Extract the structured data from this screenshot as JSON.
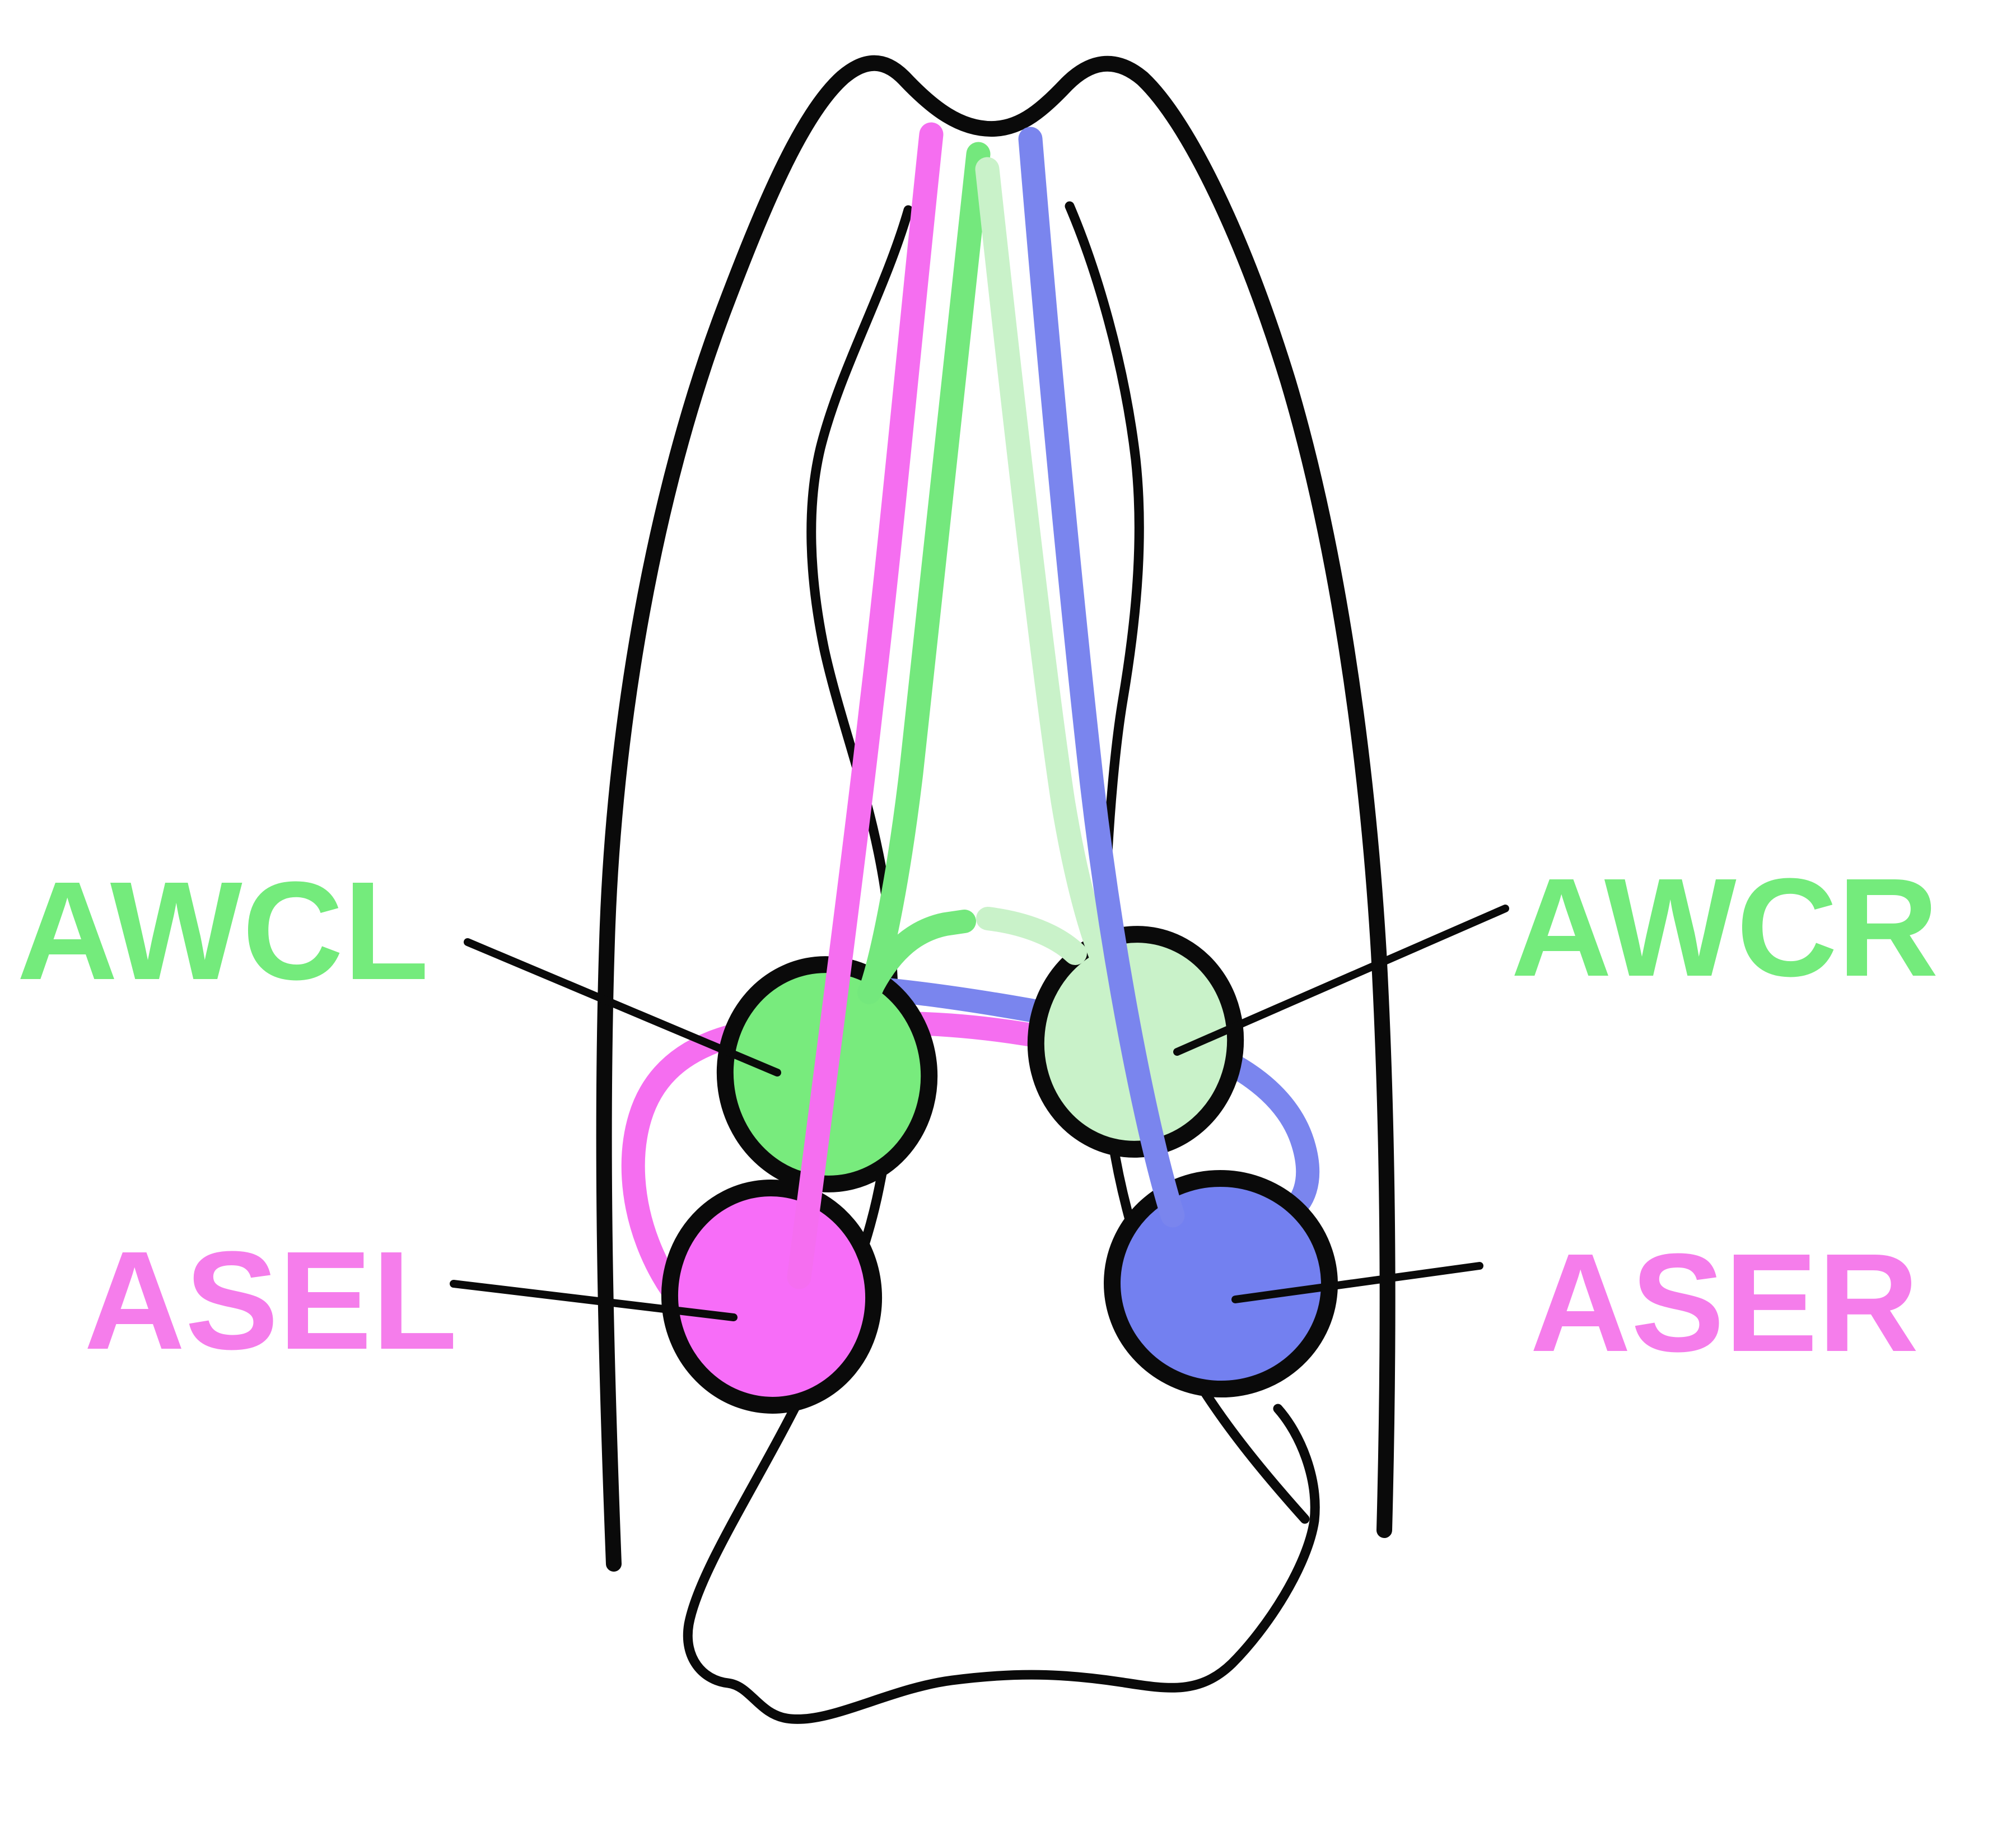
{
  "labels": {
    "awcl": "AWCL",
    "awcr": "AWCR",
    "asel": "ASEL",
    "aser": "ASER"
  },
  "colors": {
    "background": "#FFFFFF",
    "outline": "#0A0A0A",
    "label_green": "#74EB7C",
    "label_pink": "#F57DEB",
    "awcl_cell": "#78EB7D",
    "awcr_cell": "#C9F2C9",
    "asel_cell": "#F76DF8",
    "aser_cell": "#7380F0",
    "awcl_neurite": "#74E87D",
    "awcr_neurite": "#C9F2C9",
    "asel_neurite": "#F56EF0",
    "aser_neurite": "#7A85EE"
  }
}
